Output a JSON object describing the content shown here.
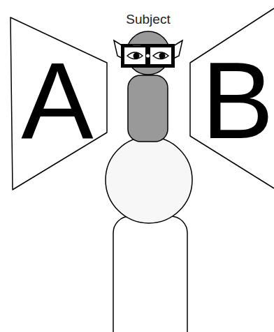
{
  "diagram": {
    "nodes": [
      {
        "text": [
          "A"
        ]
      },
      {
        "text": [
          "B"
        ]
      }
    ],
    "labels": [
      "Subject"
    ]
  }
}
